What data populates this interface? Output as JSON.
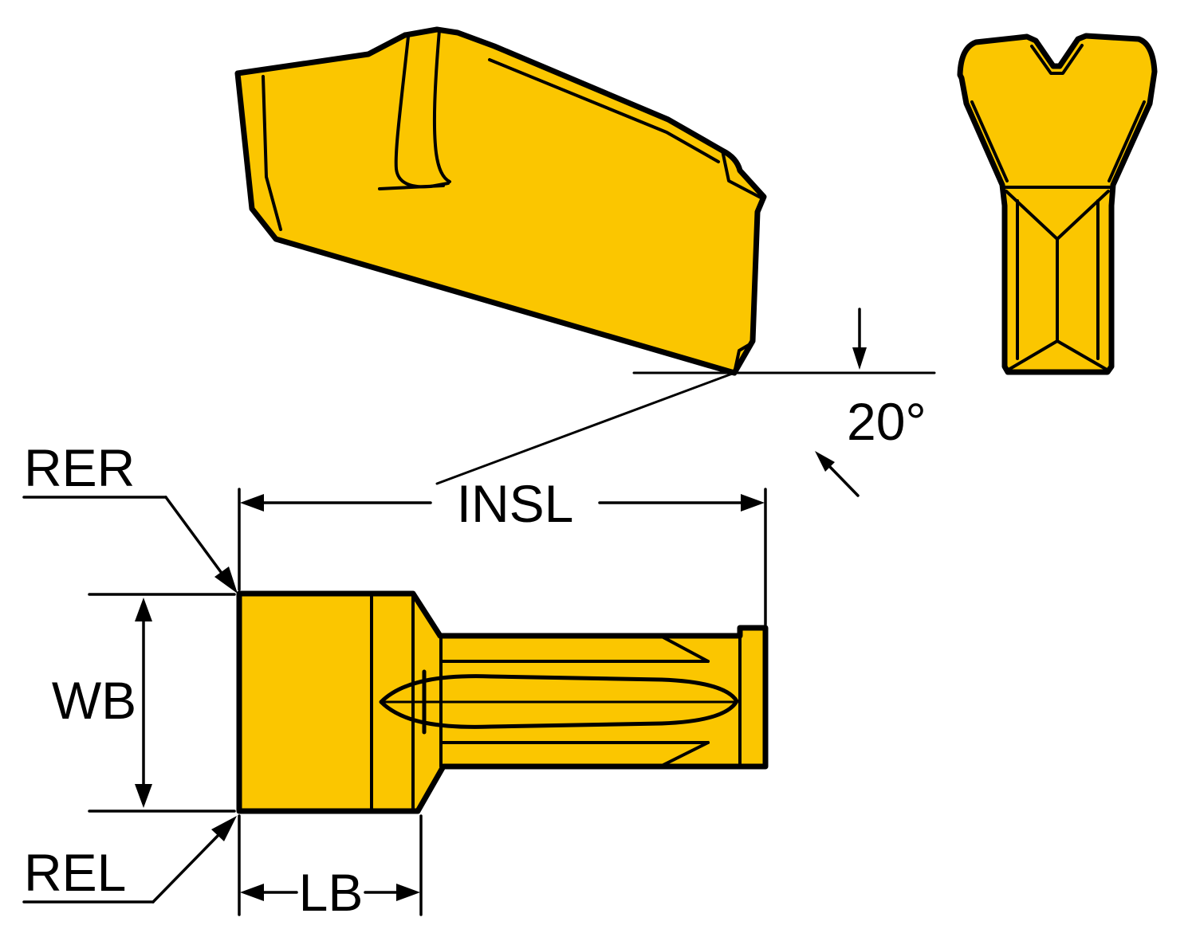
{
  "diagram": {
    "background": "#ffffff",
    "colors": {
      "insert_fill": "#FBC600",
      "outline": "#000000",
      "text": "#000000"
    },
    "labels": {
      "angle": "20°",
      "insl": "INSL",
      "rer": "RER",
      "rel": "REL",
      "wb": "WB",
      "lb": "LB"
    }
  }
}
